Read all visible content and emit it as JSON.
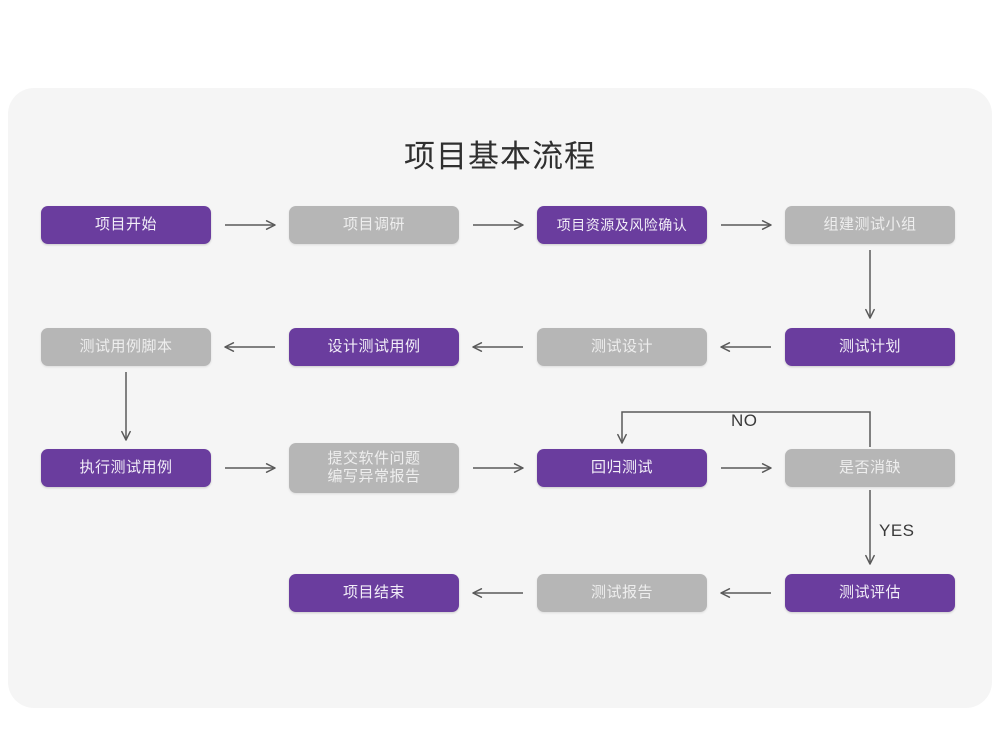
{
  "title": "项目基本流程",
  "colors": {
    "purple": "#6a3d9e",
    "gray": "#b6b6b6",
    "card": "#f5f5f5",
    "page": "#ffffff",
    "arrow": "#5a5a5a",
    "title_text": "#2f2f2f"
  },
  "nodes": {
    "n1": {
      "label": "项目开始",
      "style": "purple"
    },
    "n2": {
      "label": "项目调研",
      "style": "gray"
    },
    "n3": {
      "label": "项目资源及风险确认",
      "style": "purple"
    },
    "n4": {
      "label": "组建测试小组",
      "style": "gray"
    },
    "n5": {
      "label": "测试计划",
      "style": "purple"
    },
    "n6": {
      "label": "测试设计",
      "style": "gray"
    },
    "n7": {
      "label": "设计测试用例",
      "style": "purple"
    },
    "n8": {
      "label": "测试用例脚本",
      "style": "gray"
    },
    "n9": {
      "label": "执行测试用例",
      "style": "purple"
    },
    "n10": {
      "label": "提交软件问题\n编写异常报告",
      "style": "gray"
    },
    "n11": {
      "label": "回归测试",
      "style": "purple"
    },
    "n12": {
      "label": "是否消缺",
      "style": "gray"
    },
    "n13": {
      "label": "测试评估",
      "style": "purple"
    },
    "n14": {
      "label": "测试报告",
      "style": "gray"
    },
    "n15": {
      "label": "项目结束",
      "style": "purple"
    }
  },
  "edge_labels": {
    "no": "NO",
    "yes": "YES"
  },
  "flow": {
    "row1": [
      "项目开始",
      "项目调研",
      "项目资源及风险确认",
      "组建测试小组"
    ],
    "row2": [
      "测试用例脚本",
      "设计测试用例",
      "测试设计",
      "测试计划"
    ],
    "row3": [
      "执行测试用例",
      "提交软件问题 编写异常报告",
      "回归测试",
      "是否消缺"
    ],
    "row4": [
      "项目结束",
      "测试报告",
      "测试评估"
    ]
  }
}
